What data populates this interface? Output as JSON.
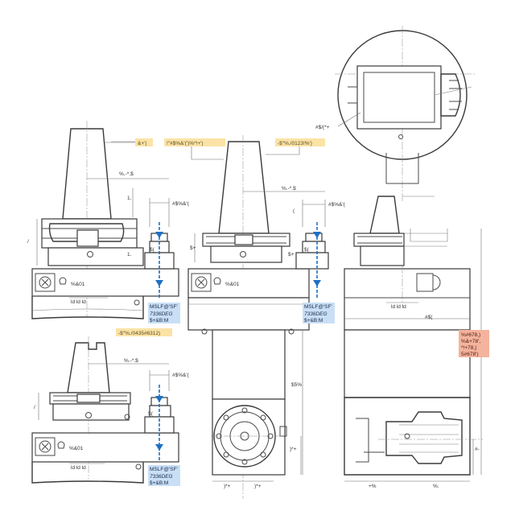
{
  "callouts": {
    "top_left": "&+'|",
    "top_middle": "!\"#$%&'(')%*!+')",
    "top_right": "-$\"%./0123!%')",
    "bottom_left": "-$\"%./0435#6312)",
    "right_orange": [
      "%#678,)",
      "%&+78',",
      "*!+78,)",
      "5#678')"
    ]
  },
  "labels": {
    "dim_top": "%.-*.$",
    "dim_side": "#$%&'(",
    "dim_1": "1.",
    "dim_2": "$(",
    "dim_3": "$+",
    "dim_slash": "/",
    "dim_bracket": "(",
    "brand": "%&01",
    "dim_s_plus": "$+",
    "height_label": "$5%",
    "paren_plus": ")*+",
    "width_a": ")*+",
    "width_b": ")*+",
    "width_c": "+%",
    "width_d": "%.",
    "side_h": "#$(",
    "side_label": "#$/(*+",
    "side_hash": "#-",
    "center_label": "#$(",
    "bottom_dim": "%.-*.$"
  },
  "info_tags": [
    [
      "MSLF@'SF'",
      "7336DEG",
      "$+&B:M"
    ],
    [
      "MSLF@'SF'",
      "7336DEG",
      "$+&B:M"
    ],
    [
      "MSLF@'SF'",
      "7336DEG",
      "$+&B:M"
    ]
  ],
  "scale_label": "ld ld ld",
  "colors": {
    "callout_yellow": "#fbe3a6",
    "callout_blue": "#c9dff5",
    "callout_orange": "#f4b39c",
    "coolant_blue": "#1f6fc4"
  }
}
